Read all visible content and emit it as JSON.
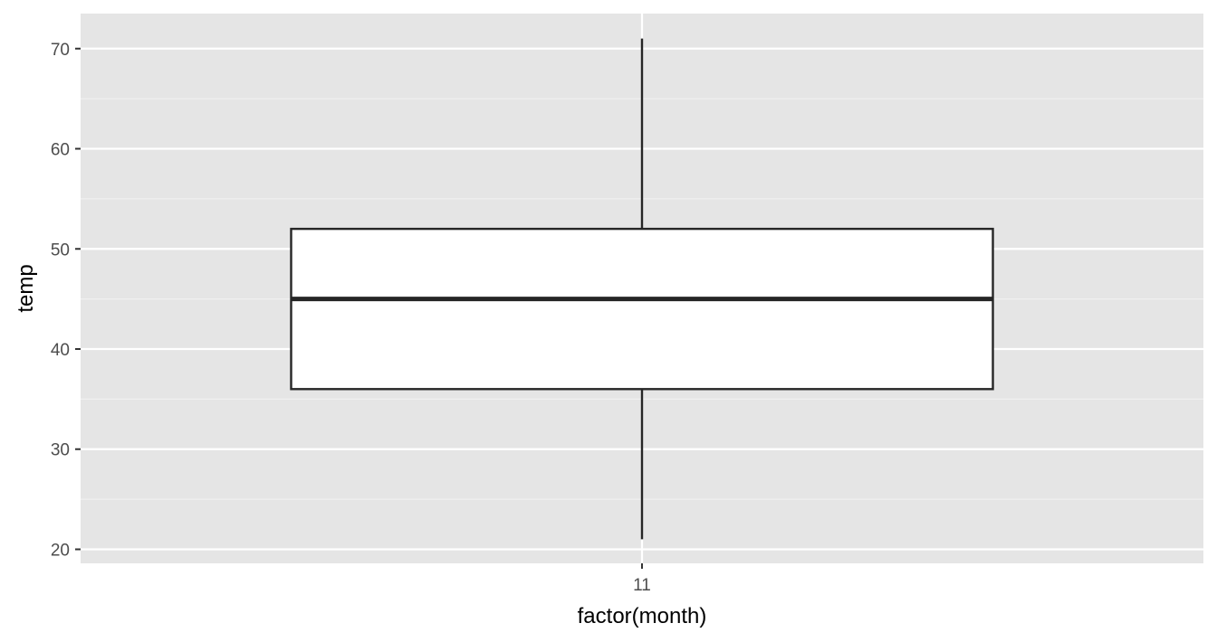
{
  "chart_data": {
    "type": "boxplot",
    "xlabel": "factor(month)",
    "ylabel": "temp",
    "categories": [
      "11"
    ],
    "boxes": [
      {
        "category": "11",
        "min": 21,
        "q1": 36,
        "median": 45,
        "q3": 52,
        "max": 71
      }
    ],
    "ylim": [
      18.6,
      73.5
    ],
    "yticks": [
      20,
      30,
      40,
      50,
      60,
      70
    ],
    "ytick_labels": [
      "20",
      "30",
      "40",
      "50",
      "60",
      "70"
    ],
    "grid": true,
    "legend": "none",
    "colors": {
      "panel_background": "#e5e5e5",
      "grid_major": "#ffffff",
      "grid_minor": "#f0f0f0",
      "box_fill": "#ffffff",
      "box_stroke": "#262626",
      "tick_text": "#4d4d4d",
      "axis_title": "#000000"
    }
  }
}
